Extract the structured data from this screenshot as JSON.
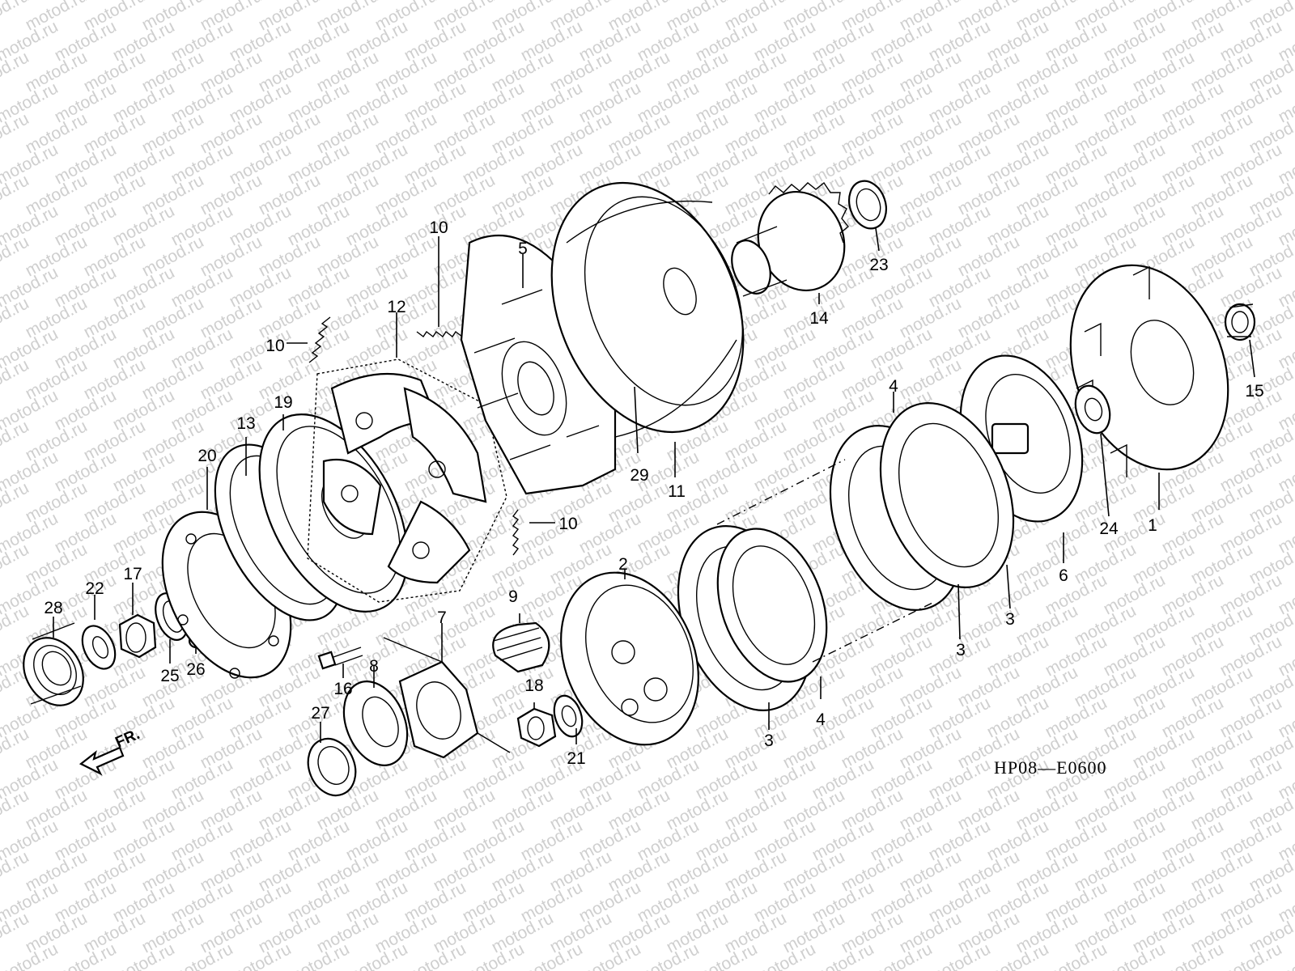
{
  "watermark": "motod.ru",
  "diagram_code": "HP08—E0600",
  "front_label": "FR.",
  "callouts": [
    {
      "id": "c1",
      "label": "1"
    },
    {
      "id": "c2",
      "label": "2"
    },
    {
      "id": "c3a",
      "label": "3"
    },
    {
      "id": "c3b",
      "label": "3"
    },
    {
      "id": "c3c",
      "label": "3"
    },
    {
      "id": "c4a",
      "label": "4"
    },
    {
      "id": "c4b",
      "label": "4"
    },
    {
      "id": "c5",
      "label": "5"
    },
    {
      "id": "c6",
      "label": "6"
    },
    {
      "id": "c7",
      "label": "7"
    },
    {
      "id": "c8",
      "label": "8"
    },
    {
      "id": "c9",
      "label": "9"
    },
    {
      "id": "c10a",
      "label": "10"
    },
    {
      "id": "c10b",
      "label": "10"
    },
    {
      "id": "c10c",
      "label": "10"
    },
    {
      "id": "c11",
      "label": "11"
    },
    {
      "id": "c12",
      "label": "12"
    },
    {
      "id": "c13",
      "label": "13"
    },
    {
      "id": "c14",
      "label": "14"
    },
    {
      "id": "c15",
      "label": "15"
    },
    {
      "id": "c16",
      "label": "16"
    },
    {
      "id": "c17",
      "label": "17"
    },
    {
      "id": "c18",
      "label": "18"
    },
    {
      "id": "c19",
      "label": "19"
    },
    {
      "id": "c20",
      "label": "20"
    },
    {
      "id": "c21",
      "label": "21"
    },
    {
      "id": "c22",
      "label": "22"
    },
    {
      "id": "c23",
      "label": "23"
    },
    {
      "id": "c24",
      "label": "24"
    },
    {
      "id": "c25",
      "label": "25"
    },
    {
      "id": "c26",
      "label": "26"
    },
    {
      "id": "c27",
      "label": "27"
    },
    {
      "id": "c28",
      "label": "28"
    },
    {
      "id": "c29",
      "label": "29"
    }
  ]
}
